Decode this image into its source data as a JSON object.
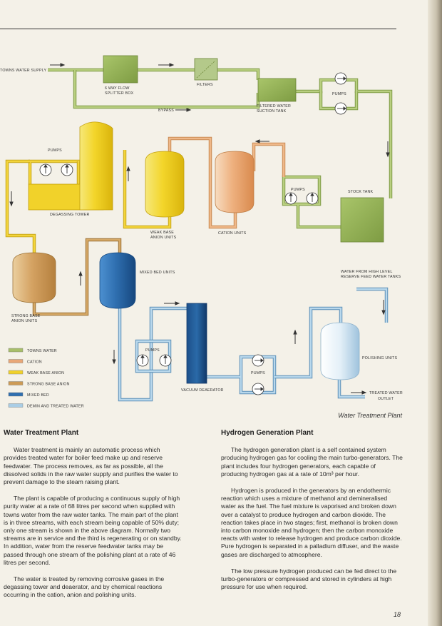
{
  "diagram": {
    "title": "Water Treatment Plant",
    "labels": {
      "towns_water_supply": "TOWNS WATER SUPPLY",
      "splitter_box_line1": "6 WAY FLOW",
      "splitter_box_line2": "SPLITTER BOX",
      "filters": "FILTERS",
      "bypass": "BYPASS",
      "filtered_tank_line1": "FILTERED WATER",
      "filtered_tank_line2": "SUCTION TANK",
      "pumps": "PUMPS",
      "degassing_tower": "DEGASSING TOWER",
      "weak_base_line1": "WEAK BASE",
      "weak_base_line2": "ANION UNITS",
      "cation_units": "CATION UNITS",
      "stock_tank": "STOCK TANK",
      "mixed_bed_units": "MIXED BED UNITS",
      "strong_base_line1": "STRONG BASE",
      "strong_base_line2": "ANION UNITS",
      "reserve_line1": "WATER FROM HIGH LEVEL",
      "reserve_line2": "RESERVE FEED WATER TANKS",
      "polishing_units": "POLISHING UNITS",
      "vacuum_deaerator": "VACUUM DEAERATOR",
      "treated_line1": "TREATED WATER",
      "treated_line2": "OUTLET"
    },
    "legend": [
      {
        "label": "TOWNS WATER",
        "color": "#a8bf6a"
      },
      {
        "label": "CATION",
        "color": "#e9a777"
      },
      {
        "label": "WEAK BASE ANION",
        "color": "#f0d12a"
      },
      {
        "label": "STRONG BASE ANION",
        "color": "#cd9b55"
      },
      {
        "label": "MIXED BED",
        "color": "#2f6fb0"
      },
      {
        "label": "DEMIN AND TREATED WATER",
        "color": "#a9cde5"
      }
    ]
  },
  "left_column": {
    "heading": "Water Treatment Plant",
    "paragraphs": [
      "Water treatment is mainly an automatic process which provides treated water for boiler feed make up and reserve feedwater. The process removes, as far as possible, all the dissolved solids in the raw water supply and purifies the water to prevent damage to the steam raising plant.",
      "The plant is capable of producing a continuous supply of high purity water at a rate of 68 litres per second when supplied with towns water from the raw water tanks. The main part of the plant is in three streams, with each stream being capable of 50% duty; only one stream is shown in the above diagram. Normally two streams are in service and the third is regenerating or on standby. In addition, water from the reserve feedwater tanks may be passed through one stream of the polishing plant at a rate of 46 litres per second.",
      "The water is treated by removing corrosive gases in the degassing tower and deaerator, and by chemical reactions occurring in the cation, anion and polishing units."
    ]
  },
  "right_column": {
    "heading": "Hydrogen Generation Plant",
    "paragraphs": [
      "The hydrogen generation plant is a self contained system producing hydrogen gas for cooling the main turbo-generators. The plant includes four hydrogen generators, each capable of producing hydrogen gas at a rate of 10m³ per hour.",
      "Hydrogen is produced in the generators by an endothermic reaction which uses a mixture of methanol and demineralised water as the fuel. The fuel mixture is vaporised and broken down over a catalyst to produce hydrogen and carbon dioxide. The reaction takes place in two stages; first, methanol is broken down into carbon monoxide and hydrogen; then the carbon monoxide reacts with water to release hydrogen and produce carbon dioxide. Pure hydrogen is separated in a palladium diffuser, and the waste gases are discharged to atmosphere.",
      "The low pressure hydrogen produced can be fed direct to the turbo-generators or compressed and stored in cylinders at high pressure for use when required."
    ]
  },
  "page_number": "18"
}
